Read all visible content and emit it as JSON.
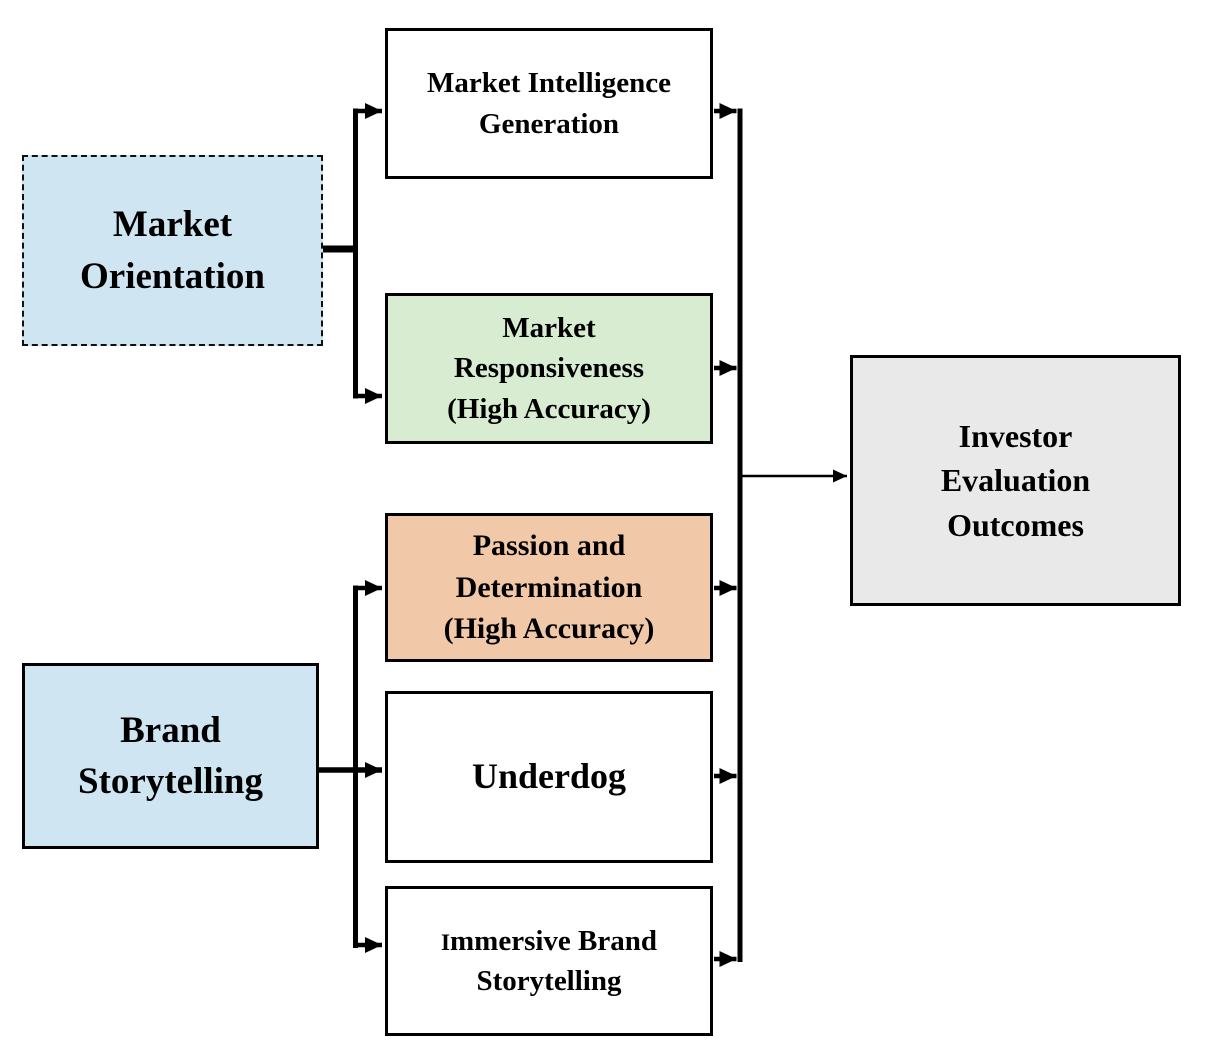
{
  "diagram": {
    "type": "flow-diagram",
    "nodes": {
      "market_orientation": {
        "label": "Market\nOrientation",
        "fill": "#cfe6f2",
        "border_style": "dashed"
      },
      "brand_storytelling": {
        "label": "Brand\nStorytelling",
        "fill": "#cfe6f2",
        "border_style": "solid"
      },
      "market_intelligence_generation": {
        "label": "Market Intelligence\nGeneration",
        "fill": "#ffffff",
        "border_style": "solid"
      },
      "market_responsiveness": {
        "label": "Market\nResponsiveness\n(High Accuracy)",
        "fill": "#d8ecd2",
        "border_style": "solid"
      },
      "passion_and_determination": {
        "label": "Passion and\nDetermination\n(High Accuracy)",
        "fill": "#f2c9a8",
        "border_style": "solid"
      },
      "underdog": {
        "label": "Underdog",
        "fill": "#ffffff",
        "border_style": "solid"
      },
      "immersive_brand_storytelling": {
        "label": "Immersive Brand\nStorytelling",
        "fill": "#ffffff",
        "border_style": "solid"
      },
      "investor_evaluation_outcomes": {
        "label": "Investor\nEvaluation\nOutcomes",
        "fill": "#e9e9e9",
        "border_style": "solid"
      }
    },
    "edges": [
      {
        "from": "market_orientation",
        "to": "market_intelligence_generation"
      },
      {
        "from": "market_orientation",
        "to": "market_responsiveness"
      },
      {
        "from": "brand_storytelling",
        "to": "passion_and_determination"
      },
      {
        "from": "brand_storytelling",
        "to": "underdog"
      },
      {
        "from": "brand_storytelling",
        "to": "immersive_brand_storytelling"
      },
      {
        "from": "market_intelligence_generation",
        "to": "investor_evaluation_outcomes"
      },
      {
        "from": "market_responsiveness",
        "to": "investor_evaluation_outcomes"
      },
      {
        "from": "passion_and_determination",
        "to": "investor_evaluation_outcomes"
      },
      {
        "from": "underdog",
        "to": "investor_evaluation_outcomes"
      },
      {
        "from": "immersive_brand_storytelling",
        "to": "investor_evaluation_outcomes"
      }
    ],
    "line_color": "#000000"
  }
}
